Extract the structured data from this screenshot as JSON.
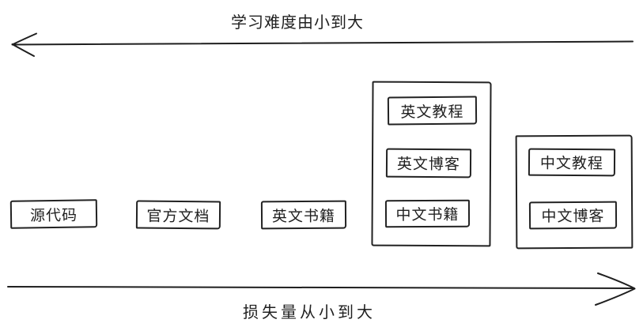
{
  "diagram": {
    "top_axis": {
      "label": "学习难度由小到大",
      "direction": "left"
    },
    "bottom_axis": {
      "label": "损失量从小到大",
      "direction": "right"
    },
    "nodes": [
      {
        "label": "源代码"
      },
      {
        "label": "官方文档"
      },
      {
        "label": "英文书籍"
      }
    ],
    "groups": [
      {
        "items": [
          {
            "label": "英文教程"
          },
          {
            "label": "英文博客"
          },
          {
            "label": "中文书籍"
          }
        ]
      },
      {
        "items": [
          {
            "label": "中文教程"
          },
          {
            "label": "中文博客"
          }
        ]
      }
    ],
    "colors": {
      "ink": "#1f1f1f",
      "background": "#ffffff"
    }
  }
}
